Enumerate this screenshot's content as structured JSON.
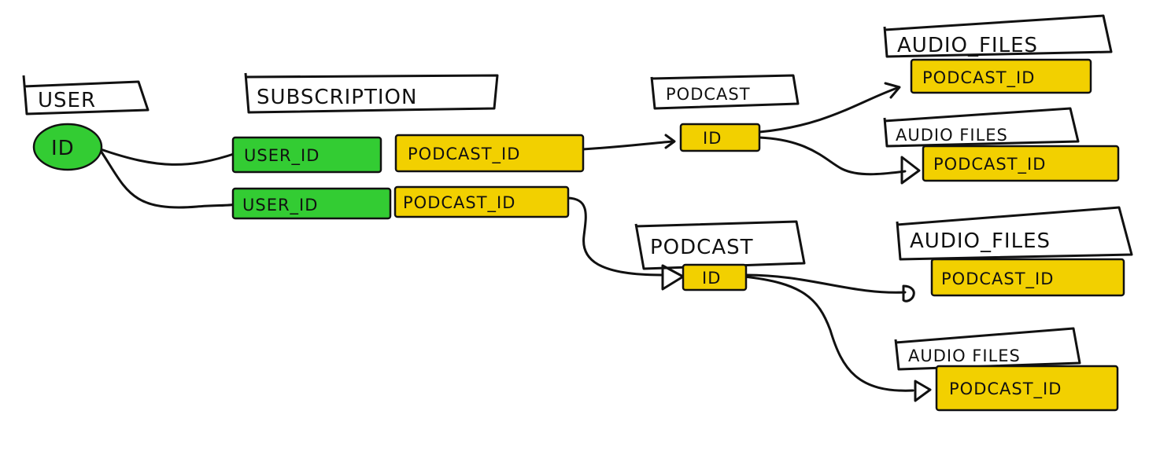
{
  "colors": {
    "ink": "#111111",
    "primary_key_highlight": "#33cc33",
    "foreign_key_highlight": "#f2d000",
    "background": "#ffffff"
  },
  "entities": {
    "user": {
      "title": "USER",
      "id_label": "ID"
    },
    "subscription": {
      "title": "SUBSCRIPTION",
      "rows": [
        {
          "user_id": "USER_ID",
          "podcast_id": "PODCAST_ID"
        },
        {
          "user_id": "USER_ID",
          "podcast_id": "PODCAST_ID"
        }
      ]
    },
    "podcasts": [
      {
        "title": "PODCAST",
        "id_label": "ID"
      },
      {
        "title": "PODCAST",
        "id_label": "ID"
      }
    ],
    "audio_files": [
      {
        "title": "AUDIO_FILES",
        "fk_label": "PODCAST_ID"
      },
      {
        "title": "AUDIO FILES",
        "fk_label": "PODCAST_ID"
      },
      {
        "title": "AUDIO_FILES",
        "fk_label": "PODCAST_ID"
      },
      {
        "title": "AUDIO FILES",
        "fk_label": "PODCAST_ID"
      }
    ]
  }
}
